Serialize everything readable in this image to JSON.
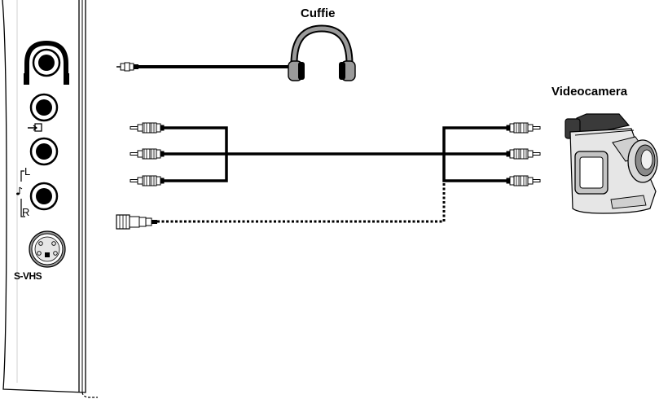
{
  "labels": {
    "headphones": "Cuffie",
    "camcorder": "Videocamera",
    "svhs": "S-VHS",
    "left": "L",
    "right": "R"
  },
  "icons": {
    "headphone_jack": "headphones-icon",
    "video_input": "av-input-icon",
    "audio": "music-note-icon",
    "svhs_jack": "svhs-connector-icon"
  },
  "colors": {
    "line": "#000000",
    "fill": "#ffffff",
    "shade": "#9a9a9a",
    "panel": "#ffffff"
  }
}
